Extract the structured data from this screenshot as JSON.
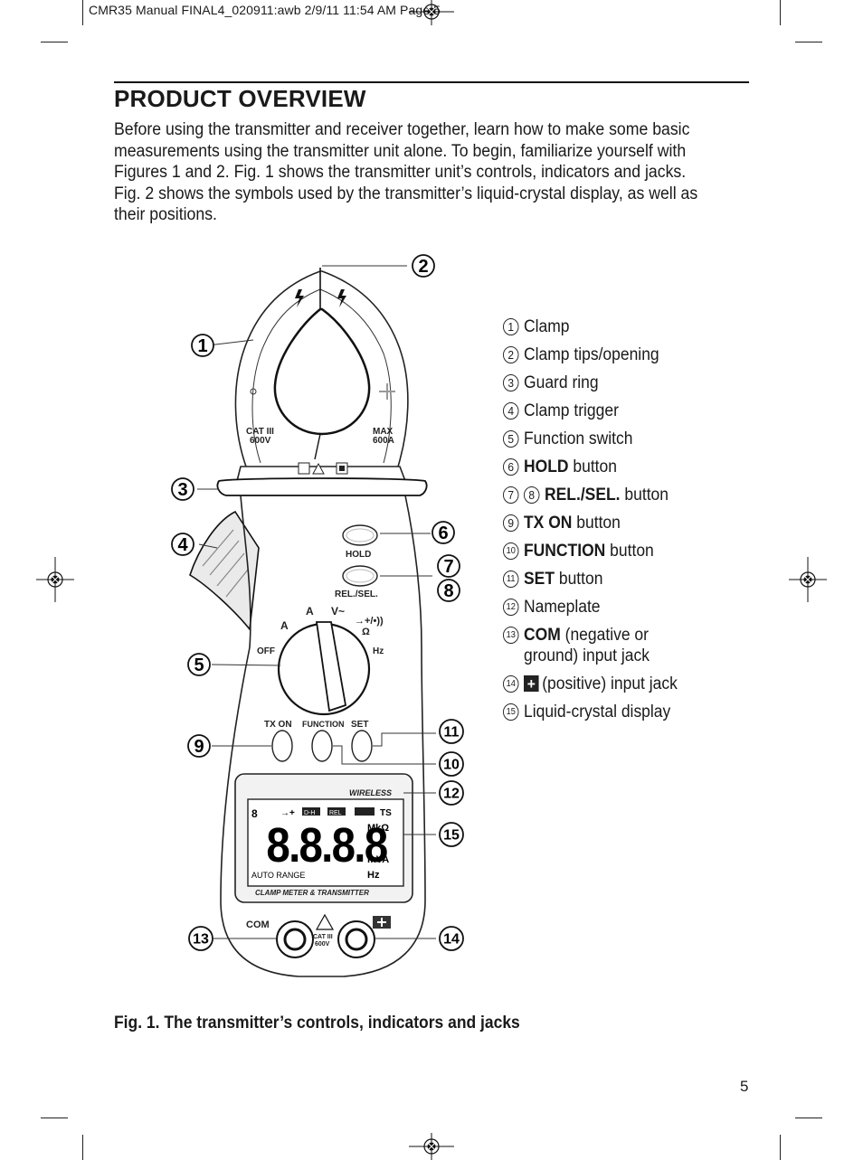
{
  "slug": "CMR35 Manual FINAL4_020911:awb  2/9/11  11:54 AM  Page 5",
  "heading": "PRODUCT OVERVIEW",
  "intro": "Before using the transmitter and receiver together, learn how to make some basic measurements using the transmitter unit alone. To begin, familiarize yourself with Figures 1 and 2. Fig. 1 shows the transmitter unit’s controls, indicators and jacks. Fig. 2 shows the symbols used by the transmitter’s liquid-crystal display, as well as their positions.",
  "figure": {
    "callouts": [
      "1",
      "2",
      "3",
      "4",
      "5",
      "6",
      "7",
      "8",
      "9",
      "10",
      "11",
      "12",
      "13",
      "14",
      "15"
    ],
    "labels": {
      "cat_left": "CAT III",
      "cat_left_v": "600V",
      "max_right": "MAX",
      "max_right_a": "600A",
      "hold": "HOLD",
      "rel_sel": "REL./SEL.",
      "off": "OFF",
      "hz": "Hz",
      "tx_on": "TX ON",
      "function": "FUNCTION",
      "set": "SET",
      "wireless": "WIRELESS",
      "lcd_digits": "8.8.8.8",
      "lcd_auto_range": "AUTO RANGE",
      "lcd_mkohm": "MkΩ",
      "lcd_mva": "mVA",
      "lcd_hz": "Hz",
      "lcd_ts": "TS",
      "lcd_dh": "D-H",
      "lcd_rel": "REL",
      "nameplate": "CLAMP METER & TRANSMITTER",
      "com": "COM",
      "jack_cat": "CAT III",
      "jack_v": "600V"
    }
  },
  "legend": [
    {
      "nums": [
        "1"
      ],
      "bold": "",
      "text": "Clamp"
    },
    {
      "nums": [
        "2"
      ],
      "bold": "",
      "text": "Clamp tips/opening"
    },
    {
      "nums": [
        "3"
      ],
      "bold": "",
      "text": "Guard ring"
    },
    {
      "nums": [
        "4"
      ],
      "bold": "",
      "text": "Clamp trigger"
    },
    {
      "nums": [
        "5"
      ],
      "bold": "",
      "text": "Function switch"
    },
    {
      "nums": [
        "6"
      ],
      "bold": "HOLD",
      "text": " button"
    },
    {
      "nums": [
        "7",
        "8"
      ],
      "bold": "REL./SEL.",
      "text": " button"
    },
    {
      "nums": [
        "9"
      ],
      "bold": "TX ON",
      "text": " button"
    },
    {
      "nums": [
        "10"
      ],
      "bold": "FUNCTION",
      "text": " button"
    },
    {
      "nums": [
        "11"
      ],
      "bold": "SET",
      "text": " button"
    },
    {
      "nums": [
        "12"
      ],
      "bold": "",
      "text": "Nameplate"
    },
    {
      "nums": [
        "13"
      ],
      "bold": "COM",
      "text": " (negative or ground) input jack"
    },
    {
      "nums": [
        "14"
      ],
      "bold": "",
      "text": "(positive) input jack",
      "plus_box": "+"
    },
    {
      "nums": [
        "15"
      ],
      "bold": "",
      "text": "Liquid-crystal display"
    }
  ],
  "caption": "Fig. 1. The transmitter’s controls, indicators and jacks",
  "page_number": "5"
}
